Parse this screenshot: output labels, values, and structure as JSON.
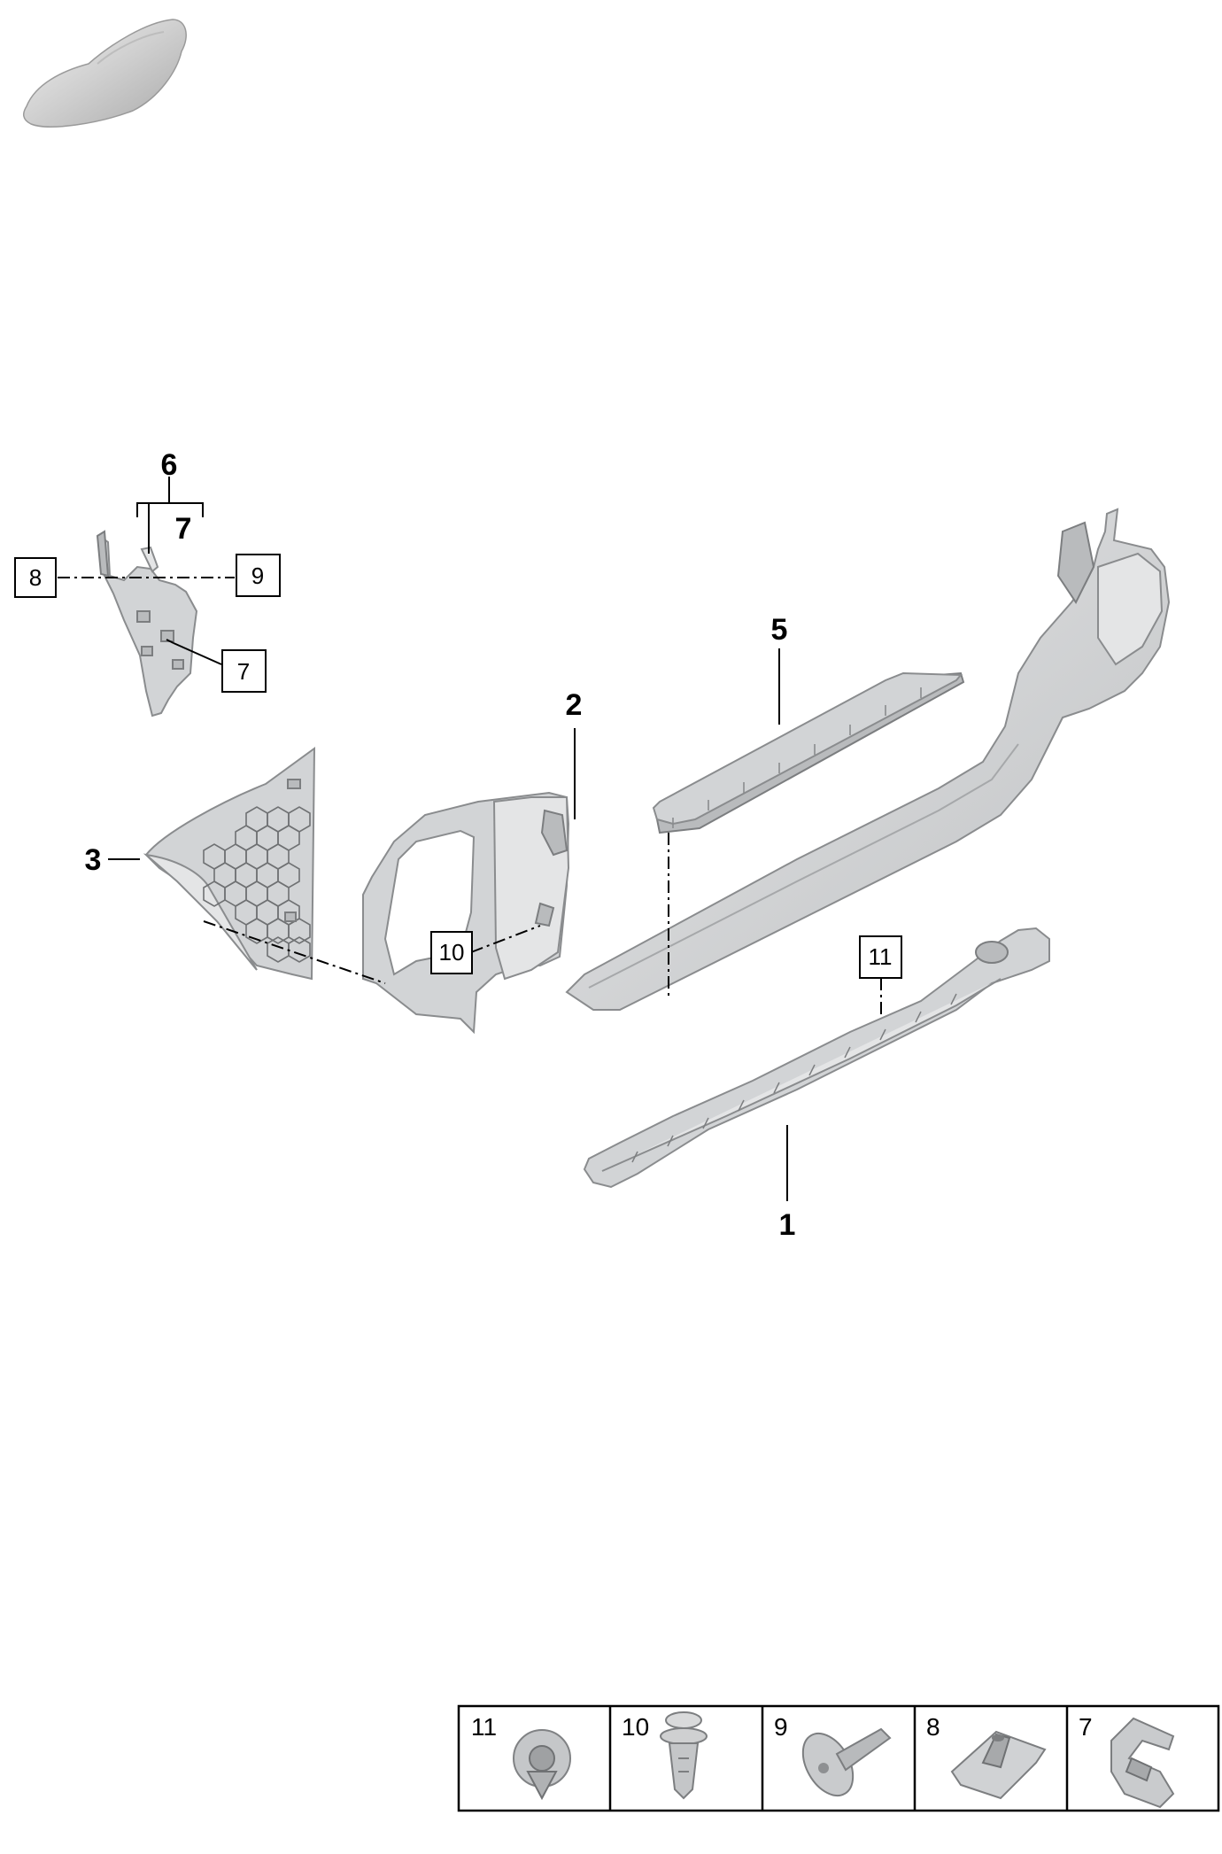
{
  "callouts": {
    "part_1": "1",
    "part_2": "2",
    "part_3": "3",
    "part_5": "5",
    "part_6": "6",
    "part_7_group": "7",
    "box_7": "7",
    "box_8": "8",
    "box_9": "9",
    "box_10": "10",
    "box_11": "11"
  },
  "legend": {
    "cells": [
      {
        "number": "11",
        "icon": "clip-icon"
      },
      {
        "number": "10",
        "icon": "expanding-rivet-icon"
      },
      {
        "number": "9",
        "icon": "screw-icon"
      },
      {
        "number": "8",
        "icon": "speed-nut-icon"
      },
      {
        "number": "7",
        "icon": "spring-clip-icon"
      }
    ]
  },
  "colors": {
    "part_fill": "#d2d4d6",
    "part_edge": "#8a8c8e",
    "lines": "#000000",
    "background": "#ffffff"
  }
}
